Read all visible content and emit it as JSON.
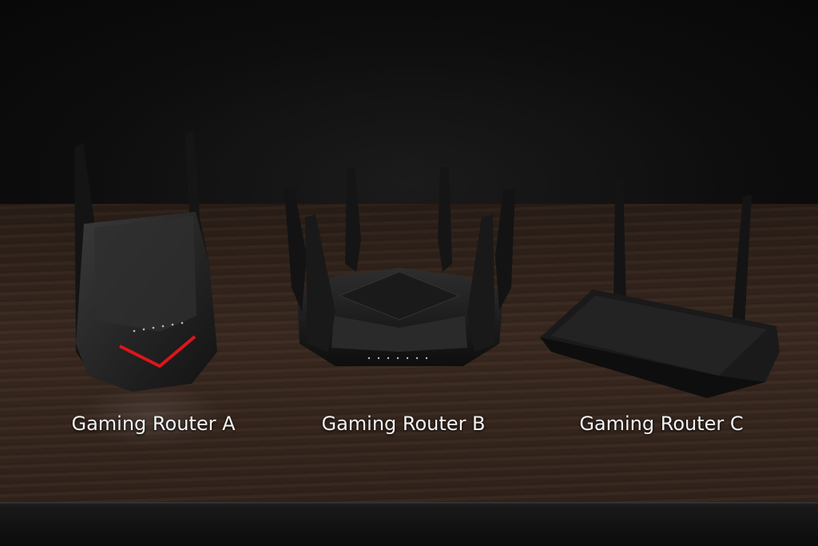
{
  "products": [
    {
      "label": "Gaming Router A",
      "accent": "#e0141b"
    },
    {
      "label": "Gaming Router B",
      "accent": "#d8d8d8"
    },
    {
      "label": "Gaming Router C",
      "accent": "#333333"
    }
  ]
}
